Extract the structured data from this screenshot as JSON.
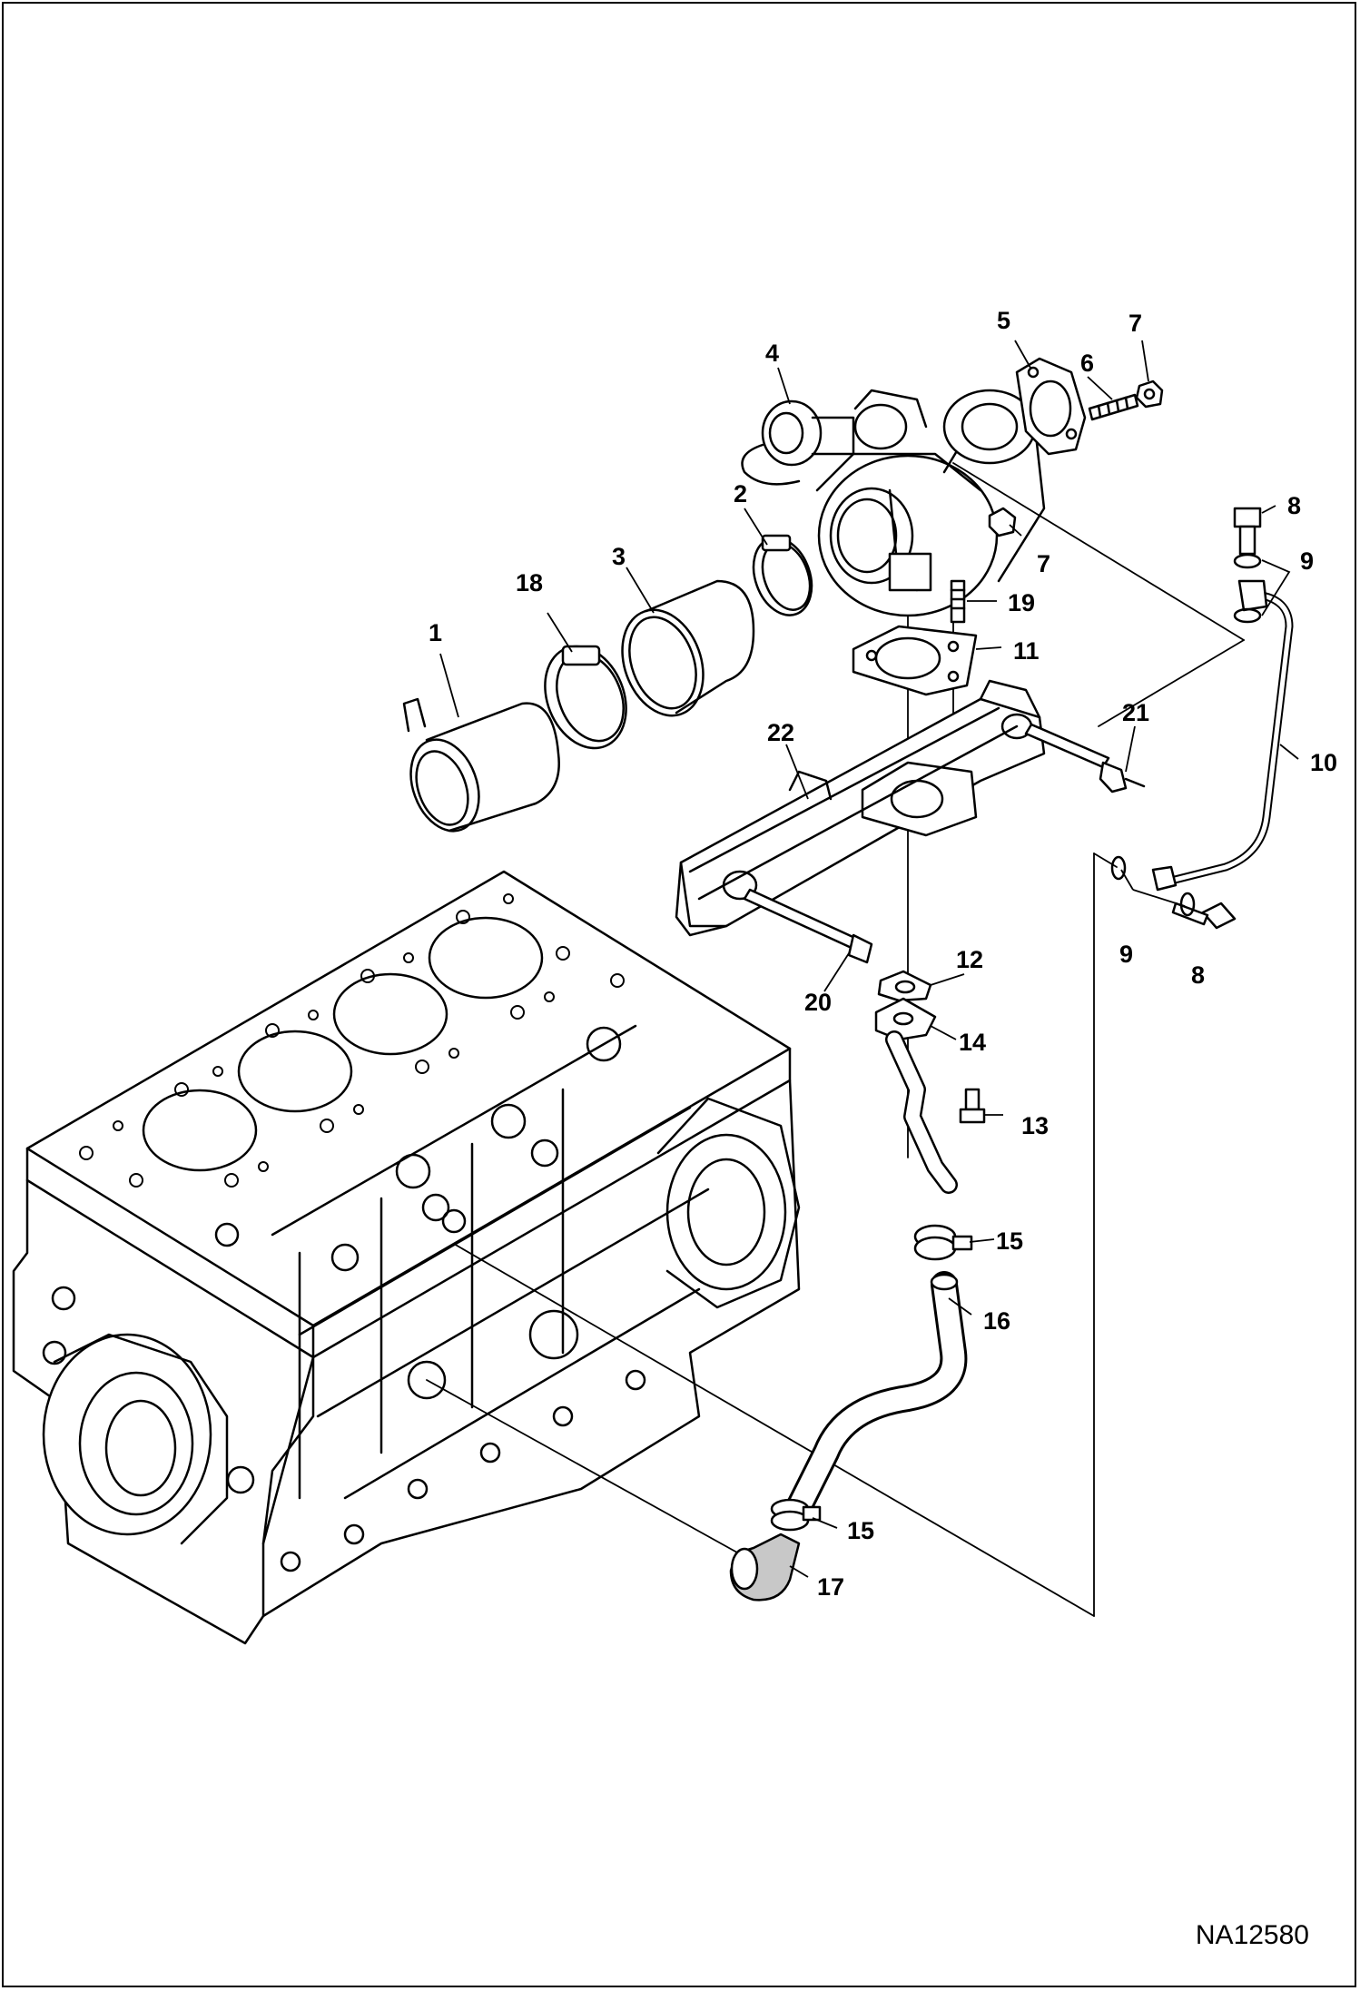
{
  "figure_id": "NA12580",
  "callouts": {
    "c1": "1",
    "c2": "2",
    "c3": "3",
    "c4": "4",
    "c5": "5",
    "c6": "6",
    "c7a": "7",
    "c7b": "7",
    "c8a": "8",
    "c8b": "8",
    "c9a": "9",
    "c9b": "9",
    "c10": "10",
    "c11": "11",
    "c12": "12",
    "c13": "13",
    "c14": "14",
    "c15a": "15",
    "c15b": "15",
    "c16": "16",
    "c17": "17",
    "c18": "18",
    "c19": "19",
    "c20": "20",
    "c21": "21",
    "c22": "22"
  },
  "colors": {
    "line": "#000000",
    "background": "#ffffff",
    "shade": "#c8c8c8"
  }
}
